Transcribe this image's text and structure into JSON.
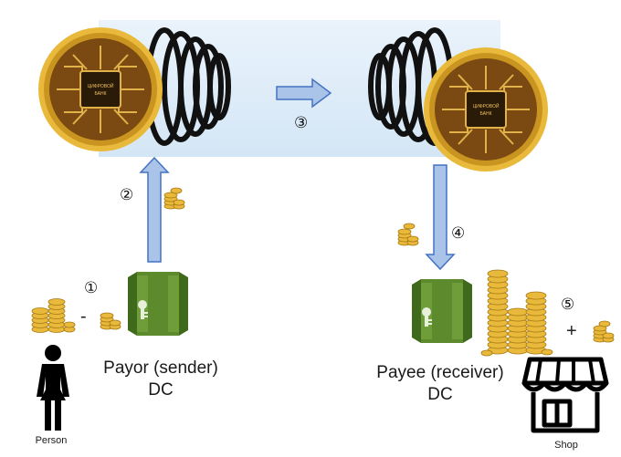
{
  "nodes": {
    "payor": {
      "title": "Payor (sender)",
      "subtitle": "DC"
    },
    "payee": {
      "title": "Payee (receiver)",
      "subtitle": "DC"
    },
    "person": {
      "label": "Person"
    },
    "shop": {
      "label": "Shop"
    }
  },
  "coin_text": {
    "line1": "ЦИФРОВОЙ",
    "line2": "БАНК"
  },
  "steps": {
    "s1": "①",
    "s2": "②",
    "s3": "③",
    "s4": "④",
    "s5": "⑤"
  },
  "signs": {
    "minus": "-",
    "plus": "+"
  },
  "colors": {
    "band_top": "#eaf3fb",
    "band_bottom": "#d4e6f6",
    "arrow_fill": "#a9c4e8",
    "arrow_stroke": "#4472c4",
    "gold": "#d9a520",
    "vault_green": "#5e8a2e",
    "vault_green_dark": "#3f6a1c"
  },
  "icons": [
    "digital-coin-icon",
    "coil-icon",
    "vault-icon",
    "coin-stack-icon",
    "person-icon",
    "shop-icon",
    "arrow-icon"
  ]
}
